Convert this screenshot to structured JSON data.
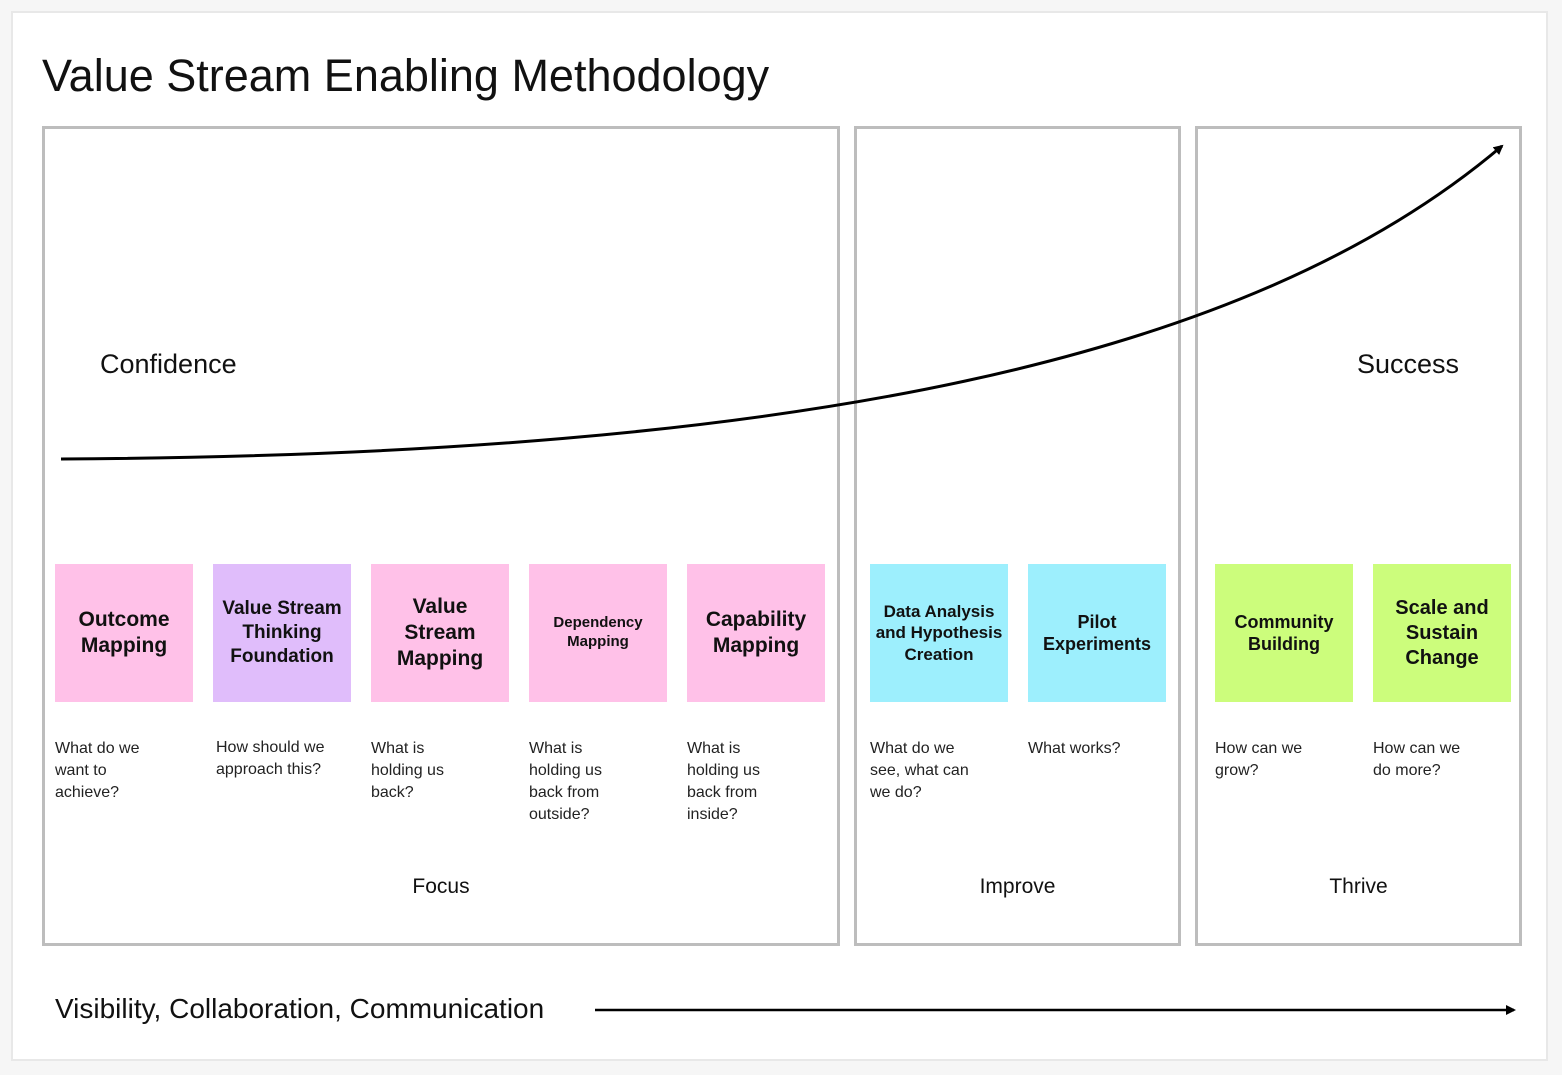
{
  "title": "Value Stream Enabling Methodology",
  "axis": {
    "start_label": "Confidence",
    "end_label": "Success"
  },
  "bottom_label": "Visibility, Collaboration, Communication",
  "phases": [
    {
      "label": "Focus",
      "notes": [
        {
          "title": "Outcome Mapping",
          "question": "What do we want to achieve?",
          "color": "#ffc1e8"
        },
        {
          "title": "Value Stream Thinking Foundation",
          "question": "How should we approach this?",
          "color": "#e0bdfb"
        },
        {
          "title": "Value Stream Mapping",
          "question": "What is holding us back?",
          "color": "#ffc1e8"
        },
        {
          "title": "Dependency Mapping",
          "question": "What is holding us back from outside?",
          "color": "#ffc1e8"
        },
        {
          "title": "Capability Mapping",
          "question": "What is holding us back from inside?",
          "color": "#ffc1e8"
        }
      ]
    },
    {
      "label": "Improve",
      "notes": [
        {
          "title": "Data Analysis and Hypothesis Creation",
          "question": "What do we see, what can we do?",
          "color": "#9deffd"
        },
        {
          "title": "Pilot Experiments",
          "question": "What works?",
          "color": "#9deffd"
        }
      ]
    },
    {
      "label": "Thrive",
      "notes": [
        {
          "title": "Community Building",
          "question": "How can we grow?",
          "color": "#ccfd7c"
        },
        {
          "title": "Scale and Sustain Change",
          "question": "How can we do more?",
          "color": "#ccfd7c"
        }
      ]
    }
  ]
}
